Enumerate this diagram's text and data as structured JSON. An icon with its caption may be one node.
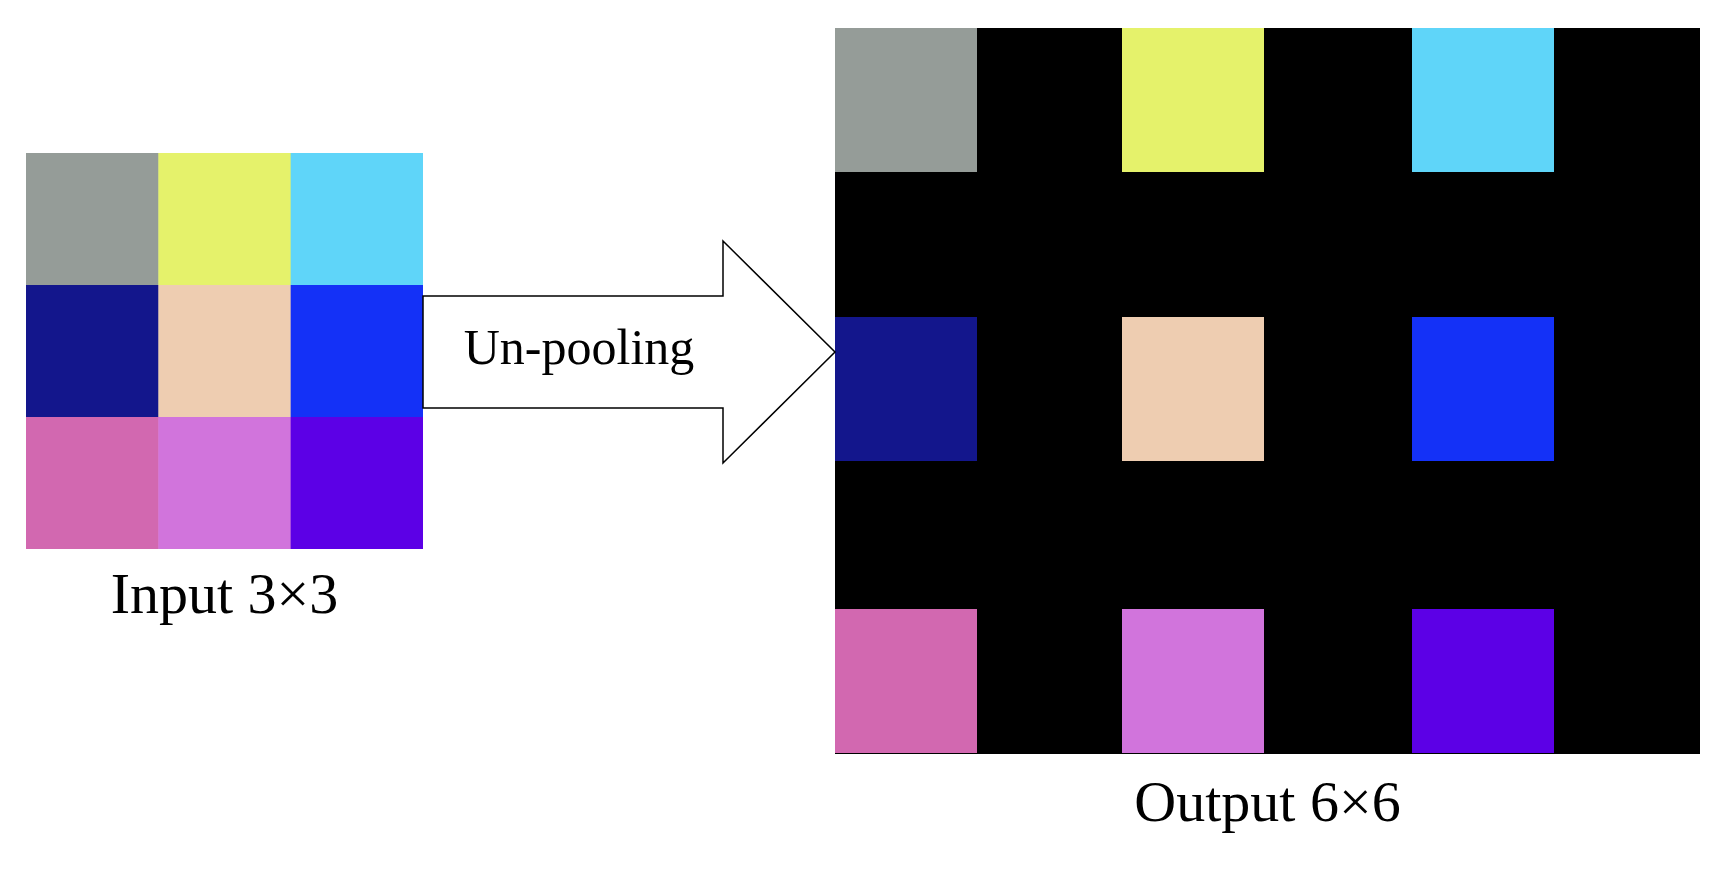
{
  "diagram": {
    "nodes": [
      {
        "text": [
          "Input 3×3"
        ]
      },
      {
        "text": [
          "Output 6×6"
        ]
      }
    ],
    "edges": [
      {
        "from": 0,
        "to": 1,
        "arrow": "to",
        "label": "Un-pooling"
      }
    ]
  }
}
